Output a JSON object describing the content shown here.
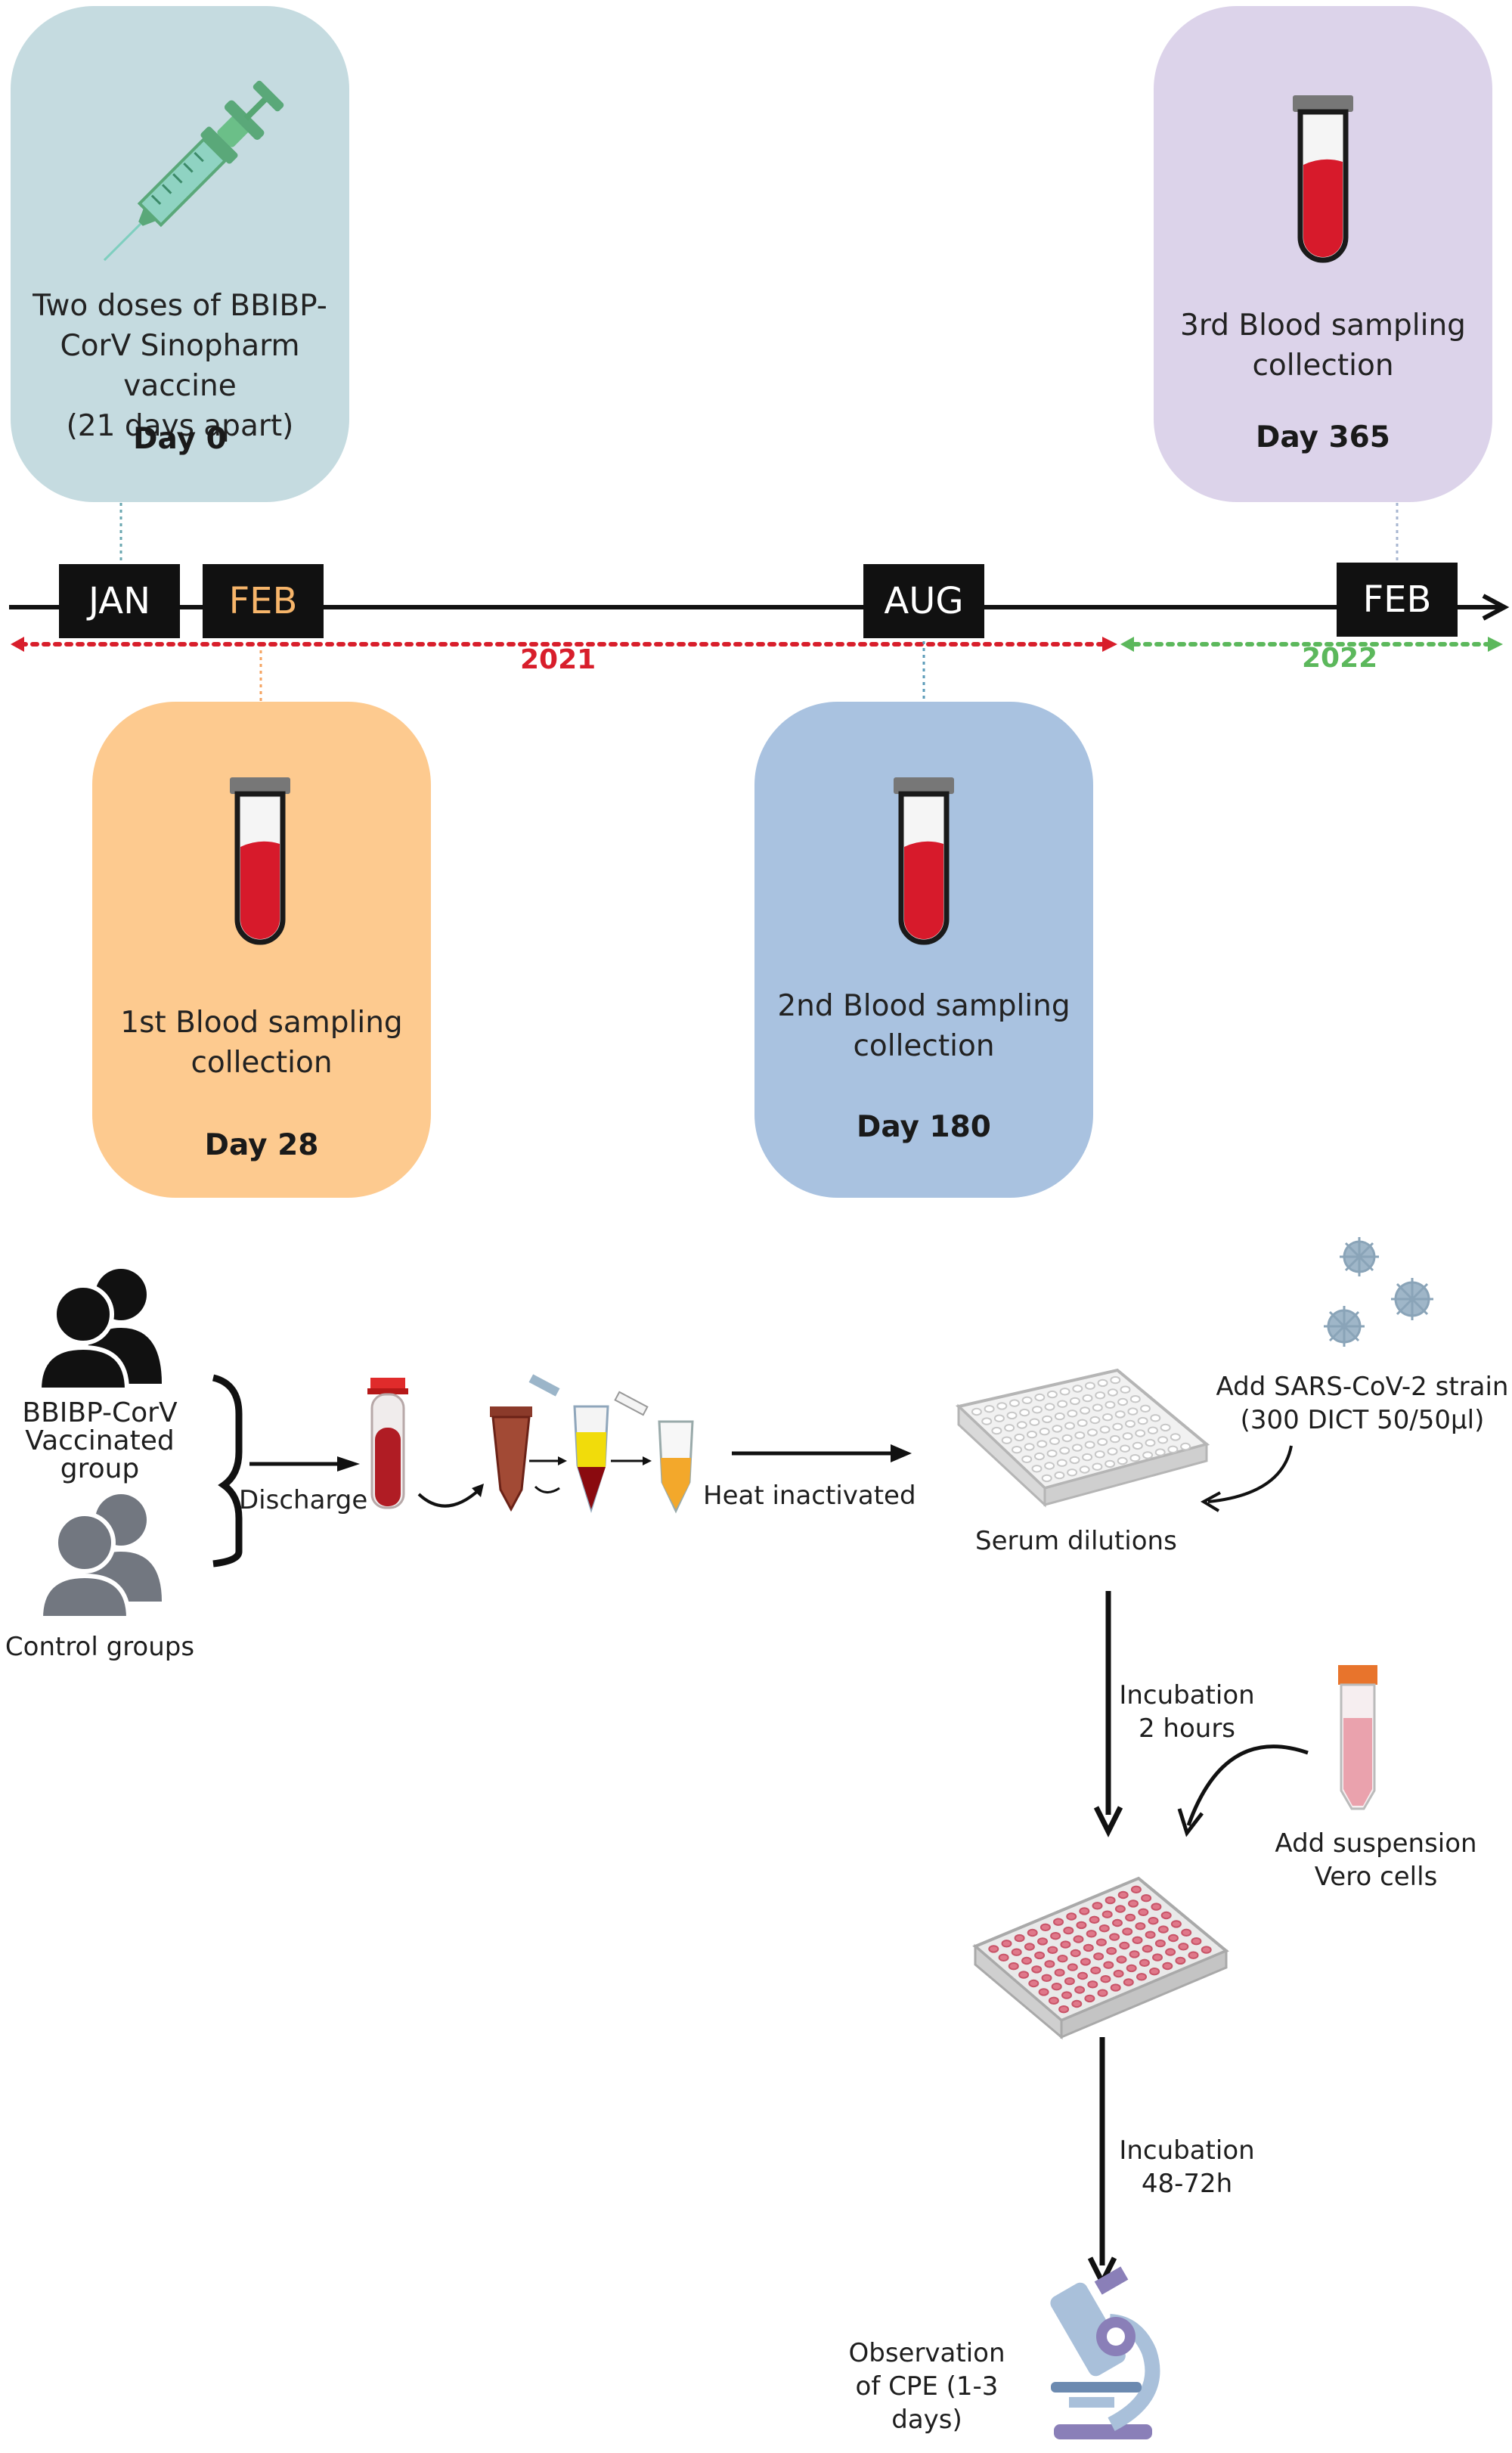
{
  "timeline": {
    "months": [
      {
        "id": "jan",
        "label": "JAN",
        "color": "#ffffff"
      },
      {
        "id": "feb-2021",
        "label": "FEB",
        "color": "#f7b56a"
      },
      {
        "id": "aug",
        "label": "AUG",
        "color": "#ffffff"
      },
      {
        "id": "feb-2022",
        "label": "FEB",
        "color": "#ffffff"
      }
    ],
    "years": [
      {
        "label": "2021",
        "color": "#d81e2b"
      },
      {
        "label": "2022",
        "color": "#5cb85c"
      }
    ]
  },
  "cards": {
    "vaccine": {
      "lines": [
        "Two doses of BBIBP-",
        "CorV Sinopharm vaccine",
        "(21 days apart)"
      ],
      "day": "Day 0",
      "color": "#c5dbe0",
      "icon": "syringe-icon"
    },
    "sampling1": {
      "lines": [
        "1st Blood sampling",
        "collection"
      ],
      "day": "Day 28",
      "color": "#fdca8f",
      "icon": "blood-tube-icon"
    },
    "sampling2": {
      "lines": [
        "2nd Blood sampling",
        "collection"
      ],
      "day": "Day 180",
      "color": "#a9c2e0",
      "icon": "blood-tube-icon"
    },
    "sampling3": {
      "lines": [
        "3rd Blood sampling",
        "collection"
      ],
      "day": "Day 365",
      "color": "#dcd3ea",
      "icon": "blood-tube-icon"
    }
  },
  "workflow": {
    "vaccinated_group": [
      "BBIBP-CorV",
      "Vaccinated",
      "group"
    ],
    "control_groups": "Control groups",
    "discharge": "Discharge",
    "heat_inactivated": "Heat inactivated",
    "serum_dilutions": "Serum dilutions",
    "add_virus": [
      "Add  SARS-CoV-2  strain",
      "(300 DICT 50/50µl)"
    ],
    "incubation_1": [
      "Incubation",
      "2 hours"
    ],
    "add_cells": [
      "Add suspension",
      "Vero cells"
    ],
    "incubation_2": [
      "Incubation",
      "48-72h"
    ],
    "observation": [
      "Observation",
      "of CPE (1-3",
      "days)"
    ]
  },
  "icons": [
    "syringe-icon",
    "blood-tube-icon",
    "people-icon",
    "virus-icon",
    "well-plate-icon",
    "centrifuge-tube-icon",
    "falcon-tube-icon",
    "microscope-icon"
  ]
}
